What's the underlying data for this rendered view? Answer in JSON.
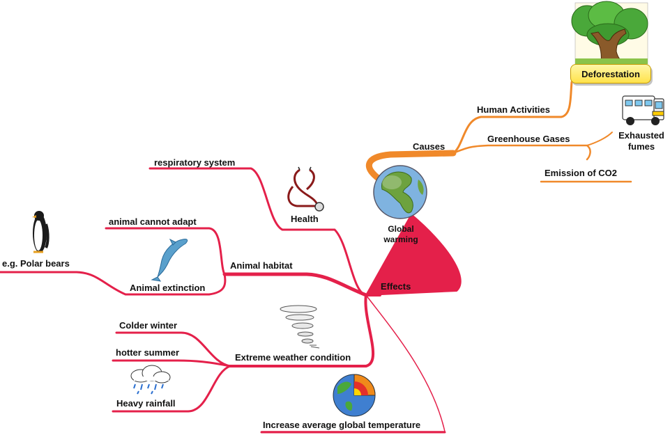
{
  "center": {
    "title": "Global\nwarming"
  },
  "branches": {
    "causes": {
      "label": "Causes",
      "color": "#f0892a",
      "children": {
        "human_activities": "Human Activities",
        "deforestation": "Deforestation",
        "greenhouse_gases": "Greenhouse Gases",
        "exhausted_fumes": "Exhausted\nfumes",
        "emission_co2": "Emission of  CO2"
      }
    },
    "effects": {
      "label": "Effects",
      "color": "#e4204a",
      "children": {
        "health": "Health",
        "respiratory_system": "respiratory system",
        "animal_habitat": "Animal habitat",
        "animal_cannot_adapt": "animal cannot adapt",
        "animal_extinction": "Animal extinction",
        "polar_bears": "e.g. Polar bears",
        "extreme_weather": "Extreme weather condition",
        "colder_winter": "Colder winter",
        "hotter_summer": "hotter summer",
        "heavy_rainfall": "Heavy rainfall",
        "global_temperature": "Increase average global temperature"
      }
    }
  },
  "icons": {
    "tree": "tree-icon",
    "truck": "truck-icon",
    "globe": "globe-icon",
    "stethoscope": "stethoscope-icon",
    "dolphin": "dolphin-icon",
    "penguin": "penguin-icon",
    "tornado": "tornado-icon",
    "rain_cloud": "rain-cloud-icon",
    "earth_core": "earth-core-icon"
  }
}
